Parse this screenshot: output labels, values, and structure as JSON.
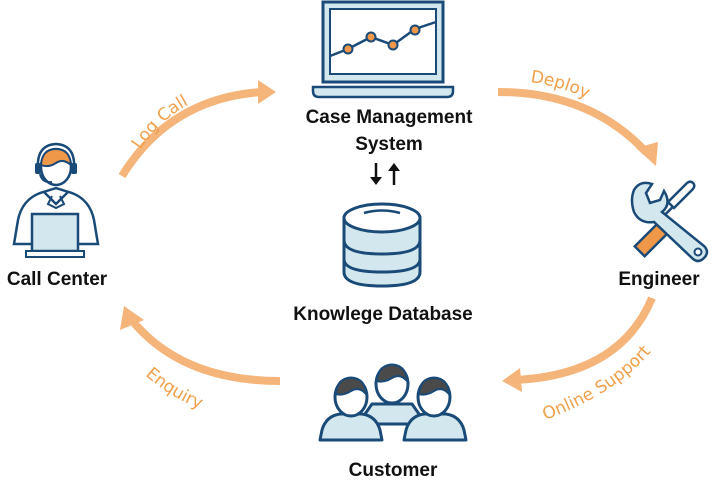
{
  "colors": {
    "stroke": "#1a4a78",
    "fill_light": "#d3e8ee",
    "accent": "#f0984a",
    "arrow": "#f4b47a",
    "hair": "#4a4a4a",
    "text": "#111111"
  },
  "nodes": {
    "case_management": {
      "line1": "Case Management",
      "line2": "System",
      "icon": "laptop-chart-icon"
    },
    "call_center": {
      "label": "Call Center",
      "icon": "headset-agent-icon"
    },
    "engineer": {
      "label": "Engineer",
      "icon": "wrench-screwdriver-icon"
    },
    "customer": {
      "label": "Customer",
      "icon": "user-group-icon"
    },
    "knowledge_db": {
      "label": "Knowlege Database",
      "icon": "database-icon"
    }
  },
  "db_link": {
    "symbol": "↓↑"
  },
  "flows": [
    {
      "from": "Call Center",
      "to": "Case Management System",
      "label": "Log Call"
    },
    {
      "from": "Case Management System",
      "to": "Engineer",
      "label": "Deploy"
    },
    {
      "from": "Engineer",
      "to": "Customer",
      "label": "Online Support"
    },
    {
      "from": "Customer",
      "to": "Call Center",
      "label": "Enquiry"
    }
  ]
}
